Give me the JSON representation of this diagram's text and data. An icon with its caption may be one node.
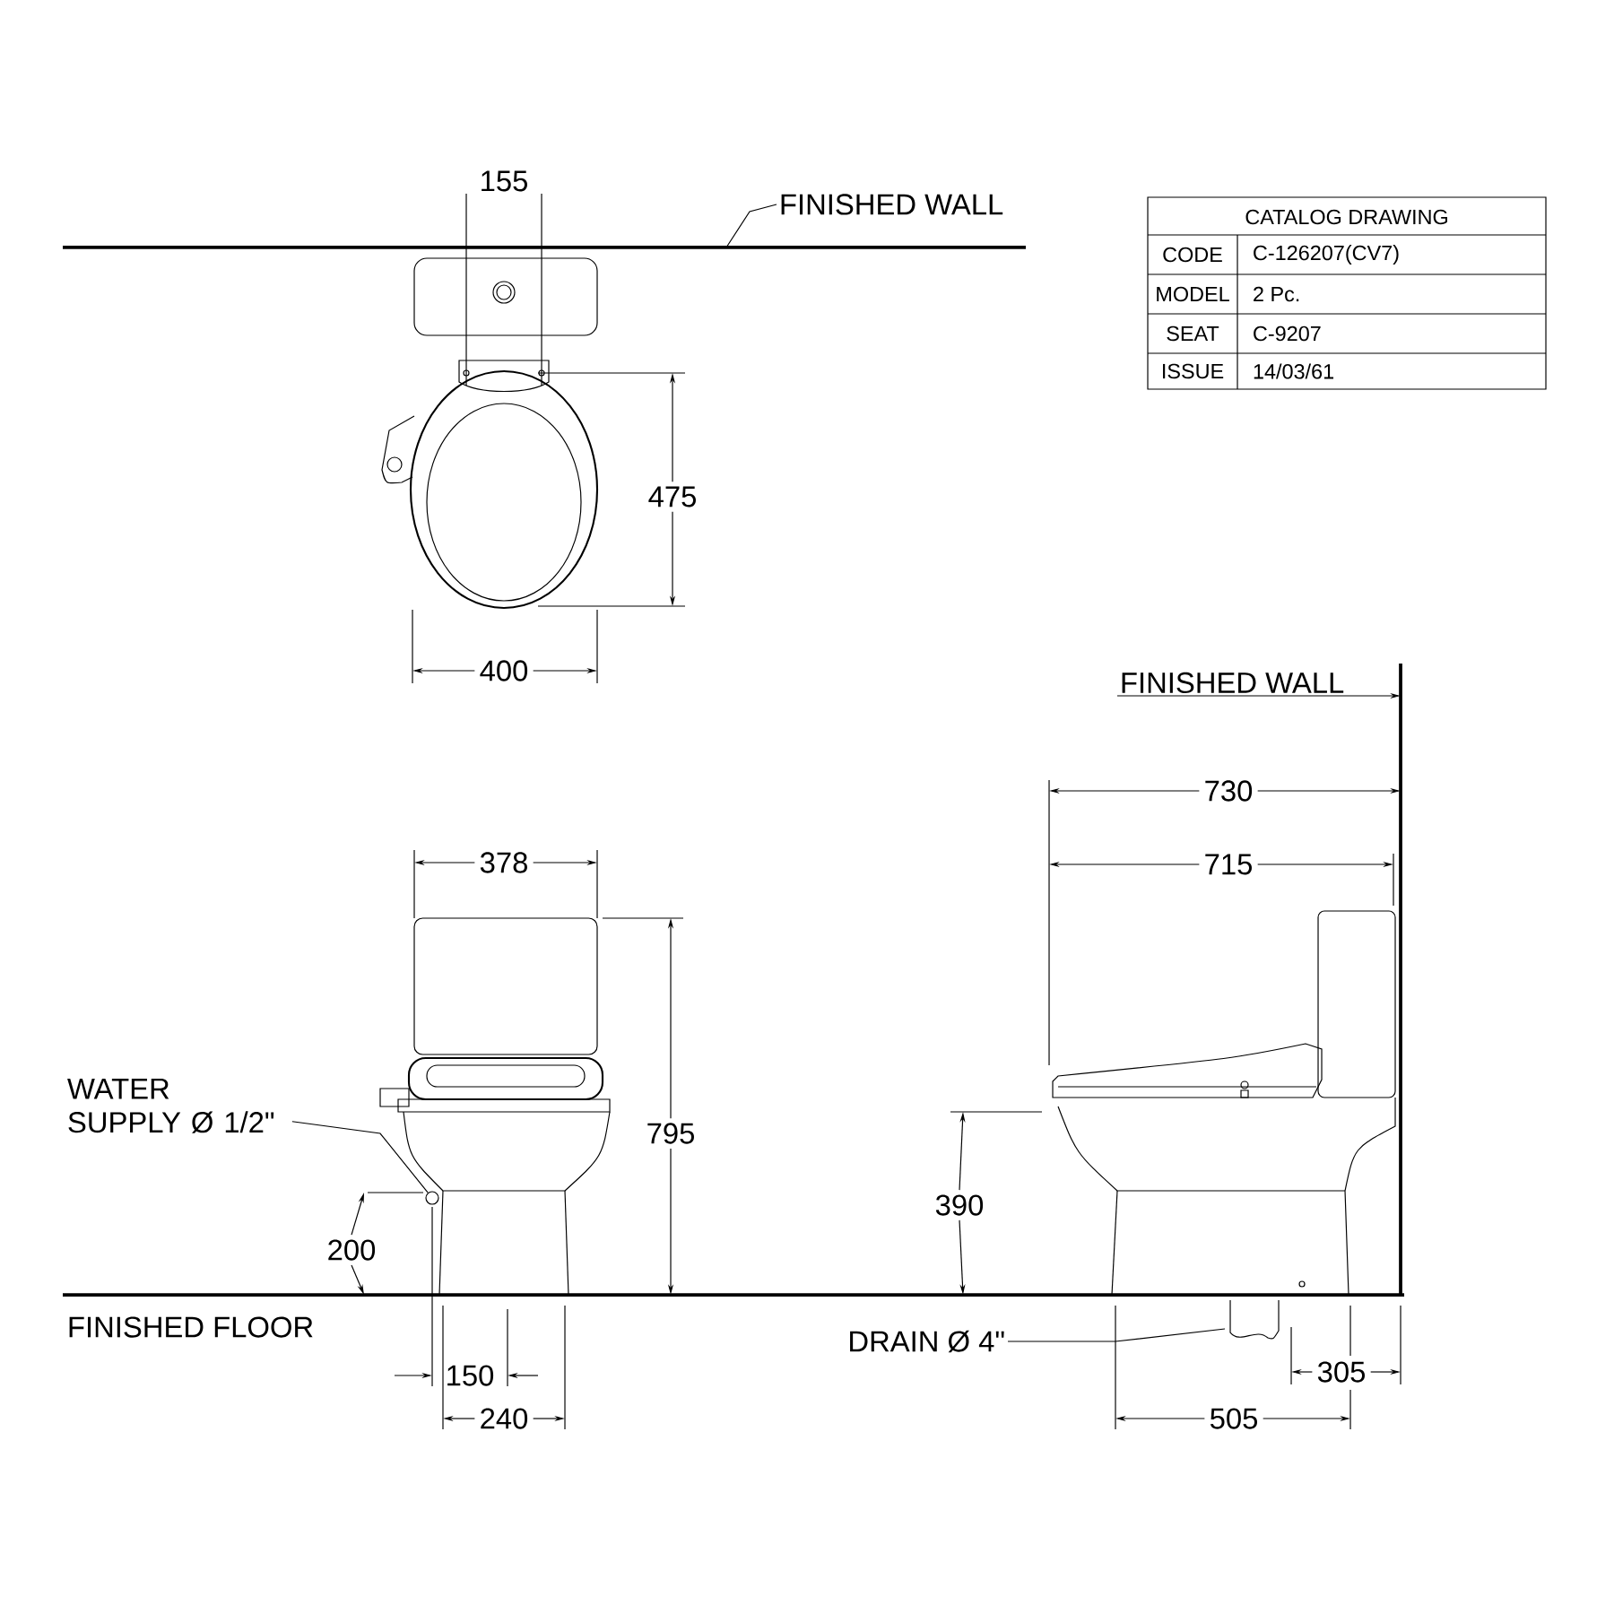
{
  "diagram": {
    "nodes": [
      {
        "text": [
          "FINISHED WALL"
        ]
      },
      {
        "text": [
          "WATER SUPPLY Ø 1/2\""
        ]
      },
      {
        "text": [],
        "shape": "circle"
      },
      {
        "text": [
          "DRAIN Ø 4\""
        ]
      },
      {
        "text": [
          "FINISHED WALL"
        ]
      }
    ],
    "edges": [
      {
        "from": 0,
        "to": null,
        "arrow": "none"
      },
      {
        "from": 1,
        "to": 2,
        "arrow": "none"
      },
      {
        "from": 3,
        "to": null,
        "arrow": "none"
      },
      {
        "from": 4,
        "to": null,
        "arrow": "to"
      }
    ],
    "labels": [
      "CATALOG DRAWING",
      "CODE",
      "C-126207(CV7)",
      "MODEL",
      "2 Pc.",
      "SEAT",
      "C-9207",
      "ISSUE",
      "14/03/61",
      "155",
      "475",
      "400",
      "378",
      "795",
      "200",
      "150",
      "240",
      "730",
      "715",
      "390",
      "305",
      "505",
      "FINISHED FLOOR"
    ]
  }
}
